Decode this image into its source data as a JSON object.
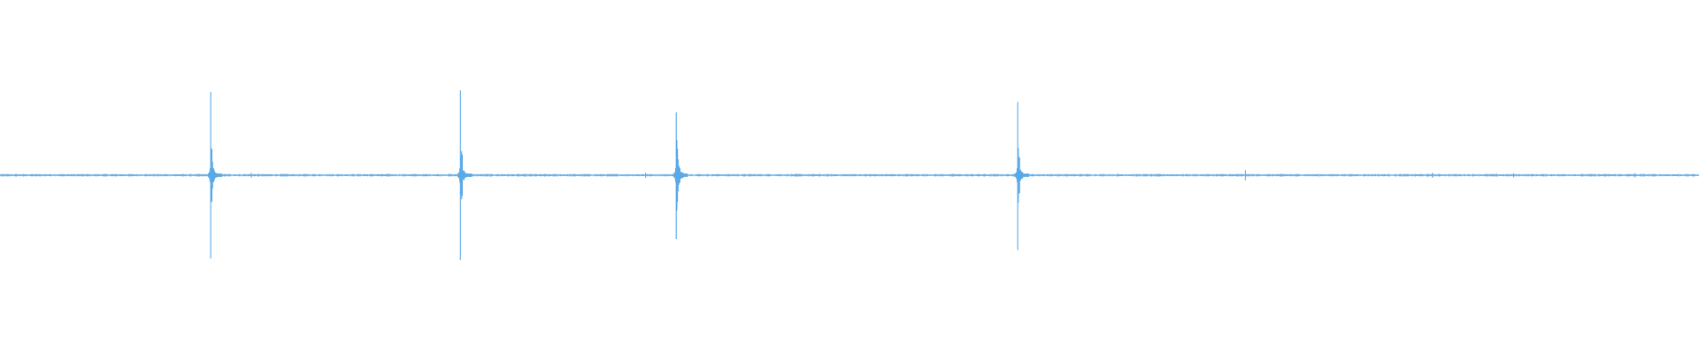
{
  "waveform": {
    "color": "#5aa9e6",
    "background": "#ffffff",
    "baseline_level": 0.0,
    "noise_amplitude": 0.012,
    "peaks": [
      {
        "time": 0.124,
        "up": 0.98,
        "down": 0.98,
        "ringdown": 0.22
      },
      {
        "time": 0.271,
        "up": 1.0,
        "down": 1.0,
        "ringdown": 0.2
      },
      {
        "time": 0.398,
        "up": 0.74,
        "down": 0.75,
        "ringdown": 0.28
      },
      {
        "time": 0.599,
        "up": 0.86,
        "down": 0.88,
        "ringdown": 0.18
      }
    ],
    "minor_blips": [
      {
        "time": 0.148,
        "level": 0.02
      },
      {
        "time": 0.38,
        "level": 0.02
      },
      {
        "time": 0.733,
        "level": 0.05
      },
      {
        "time": 0.843,
        "level": 0.02
      },
      {
        "time": 0.891,
        "level": 0.015
      },
      {
        "time": 0.962,
        "level": 0.015
      }
    ]
  }
}
